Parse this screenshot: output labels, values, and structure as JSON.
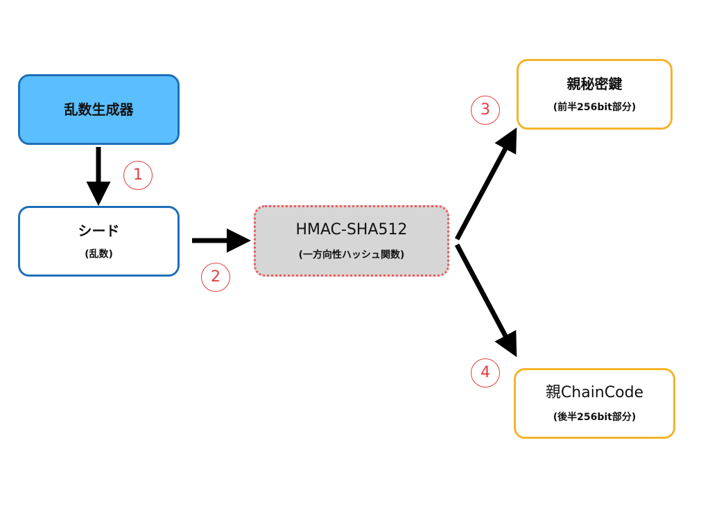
{
  "nodes": {
    "rng": {
      "title": "乱数生成器"
    },
    "seed": {
      "title": "シード",
      "sub": "(乱数)"
    },
    "hmac": {
      "title": "HMAC-SHA512",
      "sub": "(一方向性ハッシュ関数)"
    },
    "parent_private_key": {
      "title": "親秘密鍵",
      "sub": "(前半256bit部分)"
    },
    "parent_chain_code": {
      "title": "親ChainCode",
      "sub": "(後半256bit部分)"
    }
  },
  "steps": [
    "1",
    "2",
    "3",
    "4"
  ],
  "colors": {
    "rng_fill": "#5bbfff",
    "blue_border": "#1f6fb8",
    "hmac_fill": "#d6d6d6",
    "hmac_border": "#f0595a",
    "output_border": "#f5b42a",
    "step_color": "#e53b3b",
    "arrow": "#000000"
  }
}
